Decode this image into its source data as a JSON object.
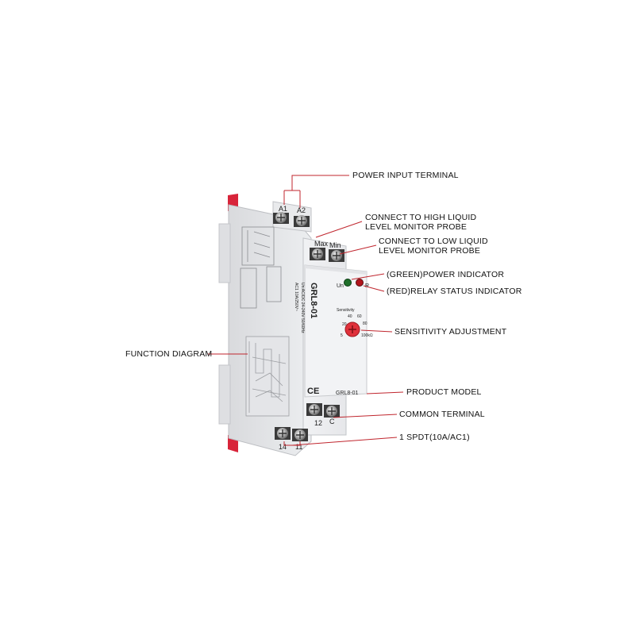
{
  "callouts": {
    "power_input": "POWER INPUT TERMINAL",
    "high_probe_1": "CONNECT TO HIGH LIQUID",
    "high_probe_2": "LEVEL MONITOR PROBE",
    "low_probe_1": "CONNECT TO LOW LIQUID",
    "low_probe_2": "LEVEL MONITOR PROBE",
    "power_indicator": "(GREEN)POWER INDICATOR",
    "relay_indicator": "(RED)RELAY STATUS INDICATOR",
    "sensitivity": "SENSITIVITY ADJUSTMENT",
    "function_diagram": "FUNCTION DIAGRAM",
    "product_model": "PRODUCT MODEL",
    "common_terminal": "COMMON TERMINAL",
    "spdt": "1 SPDT(10A/AC1)"
  },
  "device": {
    "model": "GRL8-01",
    "model_front": "GRL8-01",
    "terminal_a1": "A1",
    "terminal_a2": "A2",
    "terminal_max": "Max",
    "terminal_min": "Min",
    "terminal_12": "12",
    "terminal_c": "C",
    "terminal_14": "14",
    "terminal_11": "11",
    "label_un": "Un",
    "label_r": "R",
    "label_sensitivity": "Sensitivity",
    "dial_40": "40",
    "dial_60": "60",
    "dial_80": "80",
    "dial_20": "20",
    "dial_5": "5",
    "dial_100": "100kΩ",
    "ce_mark": "CE",
    "side_spec_1": "Un:AC/DC 24-240V 50/60Hz",
    "side_spec_2": "AC1 10A/250V~"
  },
  "colors": {
    "body": "#ecedef",
    "side": "#e1e2e5",
    "latch": "#d8243a",
    "dial": "#e0313b",
    "led_green": "#1f6e2a",
    "led_red": "#b0141c",
    "line": "#c0262e"
  }
}
